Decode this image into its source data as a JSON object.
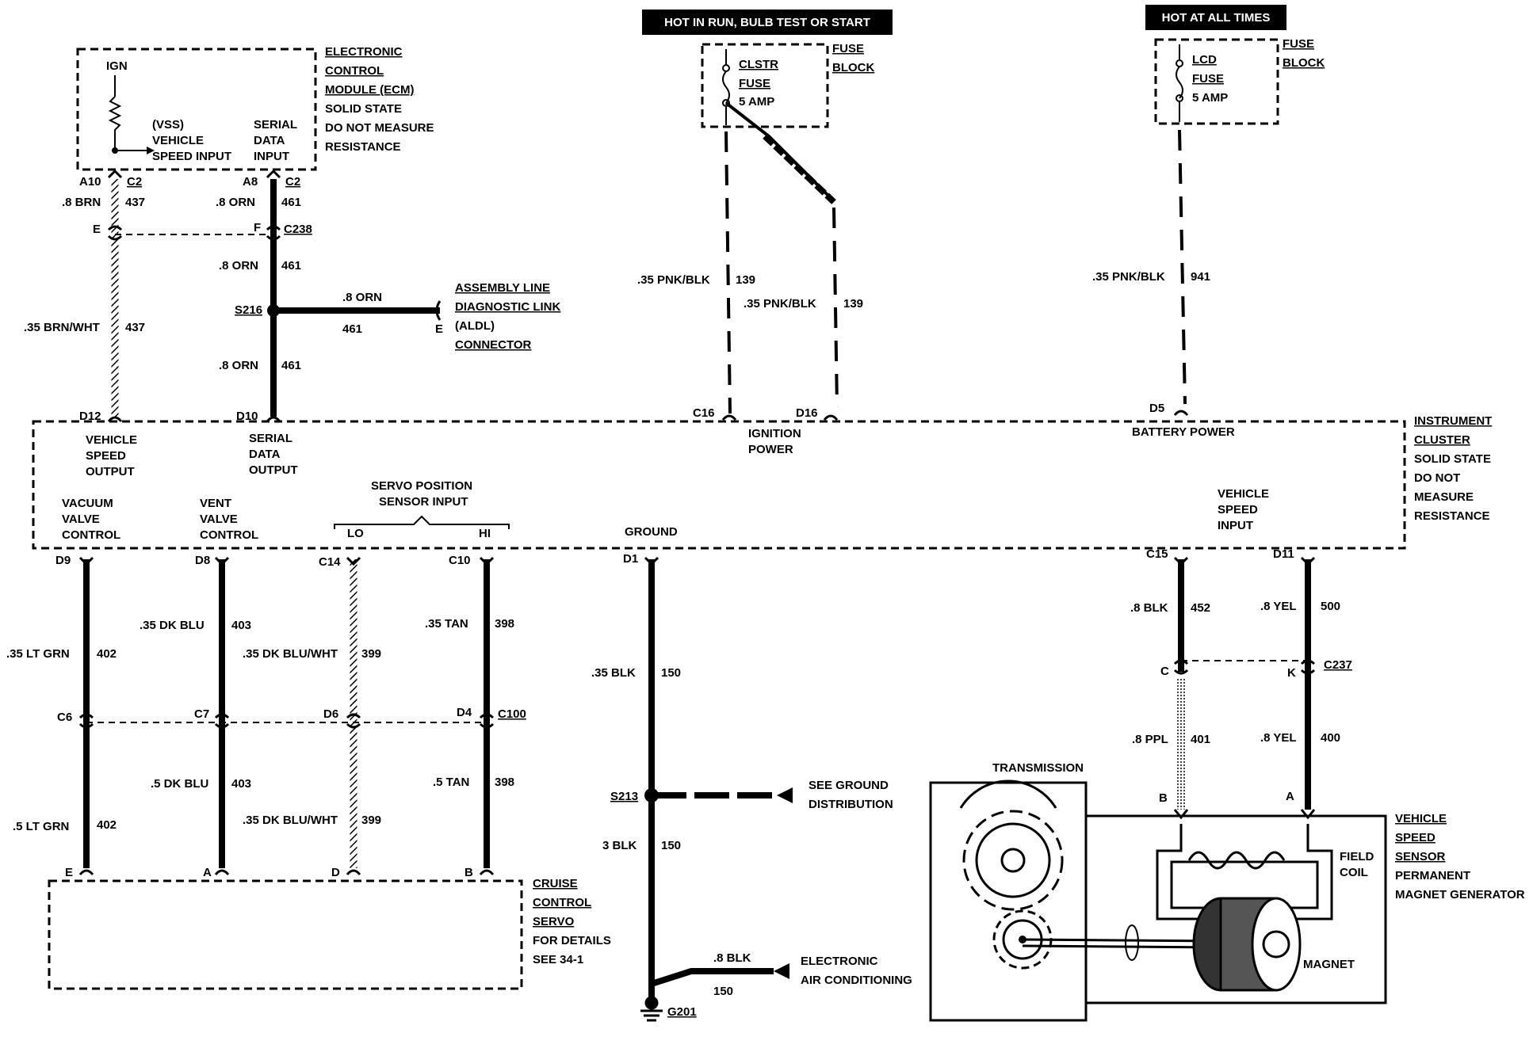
{
  "headers": {
    "hot_run": "HOT IN RUN, BULB TEST OR START",
    "hot_all": "HOT AT ALL TIMES"
  },
  "ecm": {
    "line1": "ELECTRONIC",
    "line2": "CONTROL",
    "line3": "MODULE (ECM)",
    "line4": "SOLID STATE",
    "line5": "DO NOT MEASURE",
    "line6": "RESISTANCE",
    "ign": "IGN",
    "vss1": "(VSS)",
    "vss2": "VEHICLE",
    "vss3": "SPEED INPUT",
    "ser1": "SERIAL",
    "ser2": "DATA",
    "ser3": "INPUT"
  },
  "fuse1": {
    "name1": "CLSTR",
    "name2": "FUSE",
    "amp": "5 AMP",
    "block1": "FUSE",
    "block2": "BLOCK"
  },
  "fuse2": {
    "name1": "LCD",
    "name2": "FUSE",
    "amp": "5 AMP",
    "block1": "FUSE",
    "block2": "BLOCK"
  },
  "aldl": {
    "l1": "ASSEMBLY LINE",
    "l2": "DIAGNOSTIC LINK",
    "l3": "(ALDL)",
    "l4": "CONNECTOR",
    "wire": ".8 ORN",
    "circuit": "461",
    "pin": "E"
  },
  "cluster": {
    "l1": "INSTRUMENT",
    "l2": "CLUSTER",
    "l3": "SOLID STATE",
    "l4": "DO NOT",
    "l5": "MEASURE",
    "l6": "RESISTANCE",
    "vso1": "VEHICLE",
    "vso2": "SPEED",
    "vso3": "OUTPUT",
    "sdo1": "SERIAL",
    "sdo2": "DATA",
    "sdo3": "OUTPUT",
    "ign1": "IGNITION",
    "ign2": "POWER",
    "batt": "BATTERY POWER",
    "vac1": "VACUUM",
    "vac2": "VALVE",
    "vac3": "CONTROL",
    "vent1": "VENT",
    "vent2": "VALVE",
    "vent3": "CONTROL",
    "servo1": "SERVO POSITION",
    "servo2": "SENSOR INPUT",
    "lo": "LO",
    "hi": "HI",
    "gnd": "GROUND",
    "vsi1": "VEHICLE",
    "vsi2": "SPEED",
    "vsi3": "INPUT"
  },
  "pins": {
    "a10": "A10",
    "a8": "A8",
    "c2a": "C2",
    "c2b": "C2",
    "e1": "E",
    "f1": "F",
    "c238": "C238",
    "d12": "D12",
    "d10": "D10",
    "c16": "C16",
    "d16": "D16",
    "d5": "D5",
    "d9": "D9",
    "d8": "D8",
    "c14": "C14",
    "c10": "C10",
    "d1": "D1",
    "c15": "C15",
    "d11": "D11",
    "c6": "C6",
    "c7": "C7",
    "d6": "D6",
    "d4": "D4",
    "c100": "C100",
    "c": "C",
    "k": "K",
    "c237": "C237",
    "e2": "E",
    "a2": "A",
    "d2": "D",
    "b2": "B",
    "b3": "B",
    "a3": "A",
    "s216": "S216",
    "s213": "S213",
    "g201": "G201"
  },
  "wires": {
    "w437a": ".8 BRN",
    "c437a": "437",
    "w461a": ".8 ORN",
    "c461a": "461",
    "w461b": ".8 ORN",
    "c461b": "461",
    "w461c": ".8 ORN",
    "c461c": "461",
    "w437b": ".35 BRN/WHT",
    "c437b": "437",
    "w139a": ".35 PNK/BLK",
    "c139a": "139",
    "w139b": ".35 PNK/BLK",
    "c139b": "139",
    "w941": ".35 PNK/BLK",
    "c941": "941",
    "w402a": ".35 LT GRN",
    "c402a": "402",
    "w403a": ".35 DK BLU",
    "c403a": "403",
    "w399a": ".35 DK BLU/WHT",
    "c399a": "399",
    "w398a": ".35 TAN",
    "c398a": "398",
    "w150a": ".35 BLK",
    "c150a": "150",
    "w452": ".8 BLK",
    "c452": "452",
    "w500": ".8 YEL",
    "c500": "500",
    "w401": ".8 PPL",
    "c401": "401",
    "w400": ".8 YEL",
    "c400": "400",
    "w403b": ".5 DK BLU",
    "c403b": "403",
    "w398b": ".5 TAN",
    "c398b": "398",
    "w402b": ".5 LT GRN",
    "c402b": "402",
    "w399b": ".35 DK BLU/WHT",
    "c399b": "399",
    "w150b": "3 BLK",
    "c150b": "150",
    "w150c": ".8 BLK",
    "c150c": "150"
  },
  "servo": {
    "l1": "CRUISE",
    "l2": "CONTROL",
    "l3": "SERVO",
    "l4": "FOR DETAILS",
    "l5": "SEE 34-1"
  },
  "ground_dist": {
    "l1": "SEE GROUND",
    "l2": "DISTRIBUTION"
  },
  "eac": {
    "l1": "ELECTRONIC",
    "l2": "AIR CONDITIONING"
  },
  "trans": "TRANSMISSION",
  "vss": {
    "l1": "VEHICLE",
    "l2": "SPEED",
    "l3": "SENSOR",
    "l4": "PERMANENT",
    "l5": "MAGNET GENERATOR",
    "field1": "FIELD",
    "field2": "COIL",
    "magnet": "MAGNET"
  }
}
